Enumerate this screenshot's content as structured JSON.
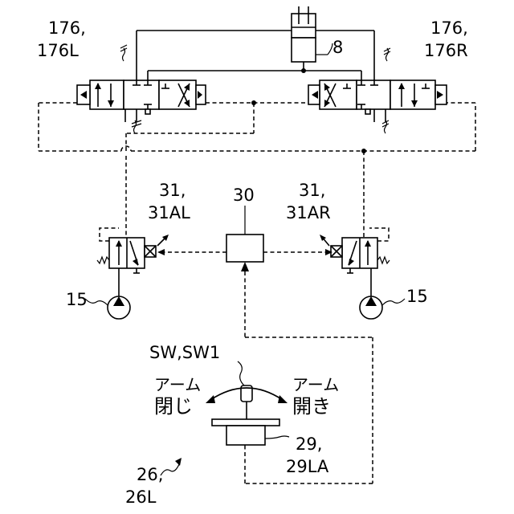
{
  "labels": {
    "valve_left_a": "176,",
    "valve_left_b": "176L",
    "valve_right_a": "176,",
    "valve_right_b": "176R",
    "cylinder": "8",
    "controller": "30",
    "pcv_left_a": "31,",
    "pcv_left_b": "31AL",
    "pcv_right_a": "31,",
    "pcv_right_b": "31AR",
    "pump_left": "15",
    "pump_right": "15",
    "switch": "SW,SW1",
    "arm_close_a": "アーム",
    "arm_close_b": "閉じ",
    "arm_open_a": "アーム",
    "arm_open_b": "開き",
    "lever_a": "29,",
    "lever_b": "29LA",
    "operating_device_a": "26,",
    "operating_device_b": "26L"
  }
}
